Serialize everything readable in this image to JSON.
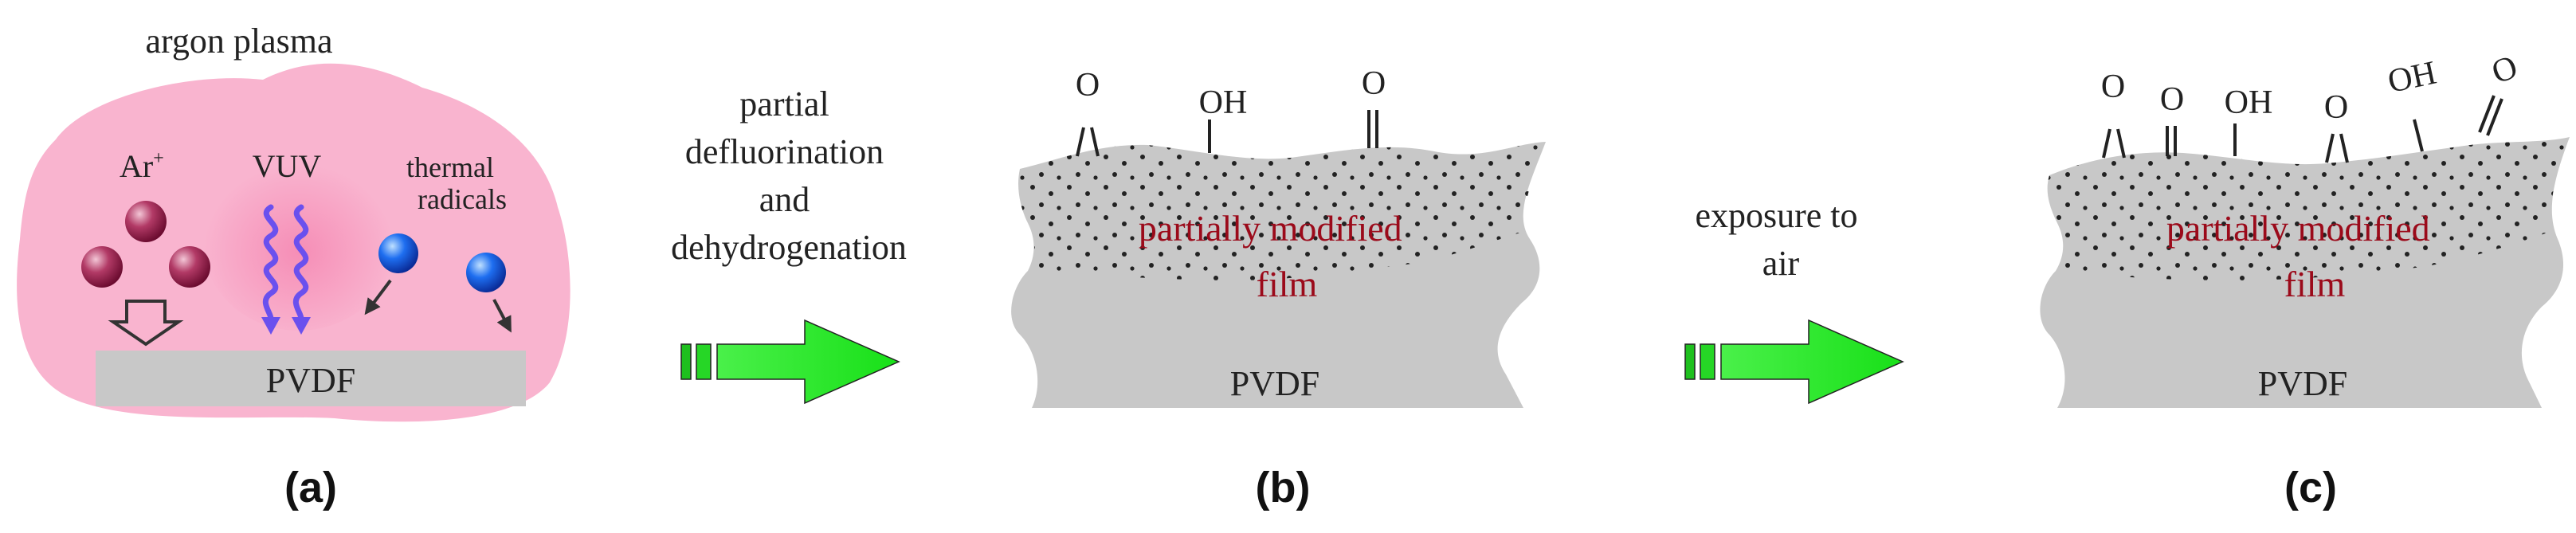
{
  "panel_a": {
    "title": "argon plasma",
    "ar_label": "Ar",
    "ar_superscript": "+",
    "vuv_label": "VUV",
    "thermal_label_line1": "thermal",
    "thermal_label_line2": "radicals",
    "substrate_label": "PVDF",
    "caption": "(a)"
  },
  "step1": {
    "line1": "partial",
    "line2": "defluorination",
    "line3": "and",
    "line4": "dehydrogenation"
  },
  "panel_b": {
    "group1": "O",
    "group2": "OH",
    "group3": "O",
    "film_line1": "partially modified",
    "film_line2": "film",
    "substrate_label": "PVDF",
    "caption": "(b)"
  },
  "step2": {
    "line1": "exposure to",
    "line2": "air"
  },
  "panel_c": {
    "group1": "O",
    "group2": "O",
    "group3": "OH",
    "group4": "O",
    "group5": "OH",
    "group6": "O",
    "film_line1": "partially modified",
    "film_line2": "film",
    "substrate_label": "PVDF",
    "caption": "(c)"
  },
  "colors": {
    "plasma": "#f9b4cf",
    "substrate": "#c8c8c8",
    "film_text": "#9b0a1a",
    "ion": "#a0204f",
    "radical": "#1060e0",
    "vuv": "#6a50ee",
    "arrow_green": "#22ee22"
  }
}
